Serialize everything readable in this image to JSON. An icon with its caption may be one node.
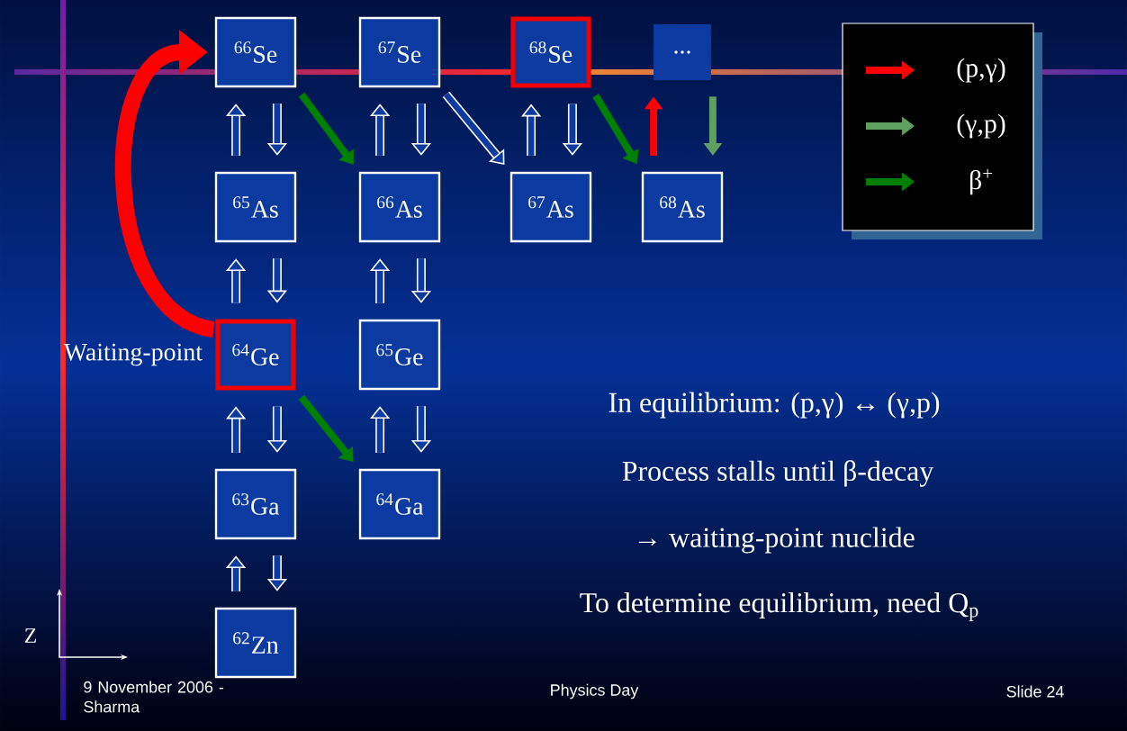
{
  "diagram": {
    "nodes": [
      {
        "text": [
          "$^{66}$Se"
        ]
      },
      {
        "text": [
          "$^{67}$Se"
        ]
      },
      {
        "text": [
          "$^{68}$Se"
        ]
      },
      {
        "text": [
          "..."
        ]
      },
      {
        "text": [
          "$^{65}$As"
        ]
      },
      {
        "text": [
          "$^{66}$As"
        ]
      },
      {
        "text": [
          "$^{67}$As"
        ]
      },
      {
        "text": [
          "$^{68}$As"
        ]
      },
      {
        "text": [
          "$^{64}$Ge"
        ],
        "beside": [
          "Waiting-point"
        ]
      },
      {
        "text": [
          "$^{65}$Ge"
        ]
      },
      {
        "text": [
          "$^{63}$Ga"
        ]
      },
      {
        "text": [
          "$^{64}$Ga"
        ]
      },
      {
        "text": [
          "$^{62}$Zn"
        ]
      }
    ],
    "edges": [
      {
        "from": 4,
        "to": 0,
        "arrow": "to"
      },
      {
        "from": 0,
        "to": 4,
        "arrow": "to"
      },
      {
        "from": 0,
        "to": 5,
        "arrow": "to",
        "color": "#008000"
      },
      {
        "from": 5,
        "to": 1,
        "arrow": "to"
      },
      {
        "from": 1,
        "to": 5,
        "arrow": "to"
      },
      {
        "from": 1,
        "to": 6,
        "arrow": "to"
      },
      {
        "from": 6,
        "to": 2,
        "arrow": "to"
      },
      {
        "from": 2,
        "to": 6,
        "arrow": "to"
      },
      {
        "from": 2,
        "to": 7,
        "arrow": "to",
        "color": "#008000"
      },
      {
        "from": 7,
        "to": 3,
        "arrow": "to",
        "color": "#ff0000"
      },
      {
        "from": 3,
        "to": 7,
        "arrow": "to",
        "color": "#5f9f5f"
      },
      {
        "from": 8,
        "to": 4,
        "arrow": "to"
      },
      {
        "from": 4,
        "to": 8,
        "arrow": "to"
      },
      {
        "from": 9,
        "to": 5,
        "arrow": "to"
      },
      {
        "from": 5,
        "to": 9,
        "arrow": "to"
      },
      {
        "from": 8,
        "to": 11,
        "arrow": "to",
        "color": "#008000"
      },
      {
        "from": 10,
        "to": 8,
        "arrow": "to"
      },
      {
        "from": 8,
        "to": 10,
        "arrow": "to"
      },
      {
        "from": 11,
        "to": 9,
        "arrow": "to"
      },
      {
        "from": 9,
        "to": 11,
        "arrow": "to"
      },
      {
        "from": 12,
        "to": 10,
        "arrow": "to"
      },
      {
        "from": 10,
        "to": 12,
        "arrow": "to"
      },
      {
        "from": 8,
        "to": 0,
        "arrow": "to",
        "style": "thick",
        "color": "#ff0000"
      }
    ],
    "labels": [
      "In equilibrium:  (p,γ) ↔ (γ,p)",
      "Process stalls until β-decay",
      "→ waiting-point nuclide",
      "To determine equilibrium, need Q$_{p}$",
      "Z",
      "9 November 2006 - Sharma",
      "Physics Day",
      "Slide 24"
    ],
    "legend": [
      {
        "text": "(p,γ)",
        "color": "#ff0000"
      },
      {
        "text": "(γ,p)",
        "color": "#5f9f5f"
      },
      {
        "text": "β$^{+}$",
        "color": "#008000"
      }
    ]
  }
}
